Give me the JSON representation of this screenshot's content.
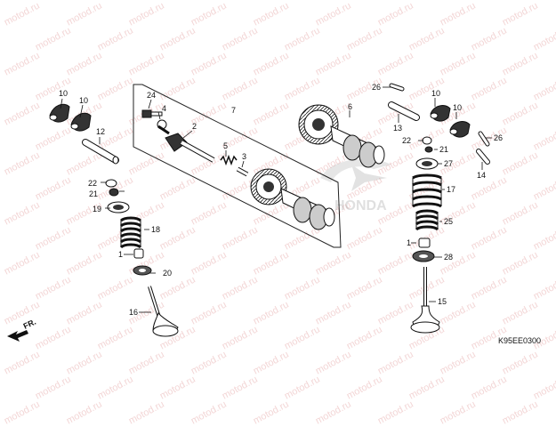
{
  "watermark": "motod.ru",
  "diagram_code": "K95EE0300",
  "brand_watermark": "HONDA",
  "direction_label": "FR.",
  "callouts": [
    {
      "id": "c10a",
      "text": "10"
    },
    {
      "id": "c10b",
      "text": "10"
    },
    {
      "id": "c12",
      "text": "12"
    },
    {
      "id": "c22l",
      "text": "22"
    },
    {
      "id": "c21l",
      "text": "21"
    },
    {
      "id": "c19",
      "text": "19"
    },
    {
      "id": "c18",
      "text": "18"
    },
    {
      "id": "c1l",
      "text": "1"
    },
    {
      "id": "c20",
      "text": "20"
    },
    {
      "id": "c16",
      "text": "16"
    },
    {
      "id": "c24",
      "text": "24"
    },
    {
      "id": "c4",
      "text": "4"
    },
    {
      "id": "c2",
      "text": "2"
    },
    {
      "id": "c7",
      "text": "7"
    },
    {
      "id": "c5",
      "text": "5"
    },
    {
      "id": "c3",
      "text": "3"
    },
    {
      "id": "c6",
      "text": "6"
    },
    {
      "id": "c26a",
      "text": "26"
    },
    {
      "id": "c13",
      "text": "13"
    },
    {
      "id": "c10c",
      "text": "10"
    },
    {
      "id": "c10d",
      "text": "10"
    },
    {
      "id": "c26b",
      "text": "26"
    },
    {
      "id": "c22r",
      "text": "22"
    },
    {
      "id": "c21r",
      "text": "21"
    },
    {
      "id": "c27",
      "text": "27"
    },
    {
      "id": "c14",
      "text": "14"
    },
    {
      "id": "c17",
      "text": "17"
    },
    {
      "id": "c25",
      "text": "25"
    },
    {
      "id": "c1r",
      "text": "1"
    },
    {
      "id": "c28",
      "text": "28"
    },
    {
      "id": "c15",
      "text": "15"
    }
  ]
}
